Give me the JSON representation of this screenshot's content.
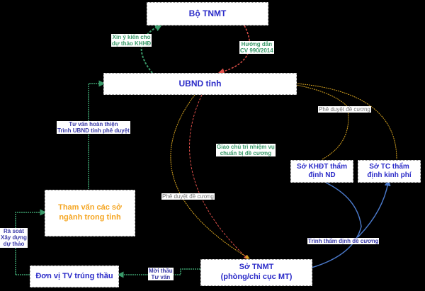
{
  "nodes": {
    "bo_tnmt": "Bộ TNMT",
    "ubnd": "UBND tỉnh",
    "tham_van": [
      "Tham vấn các sở",
      "ngành trong tỉnh"
    ],
    "don_vi_tv": "Đơn vị TV trúng thầu",
    "so_tnmt": [
      "Sở TNMT",
      "(phòng/chi cục MT)"
    ],
    "so_khdt": [
      "Sở KHĐT thẩm",
      "định ND"
    ],
    "so_tc": [
      "Sở TC thẩm",
      "định kinh phí"
    ]
  },
  "edges": {
    "xin_y_kien": [
      "Xin ý kiến cho",
      "dự thảo KHHĐ"
    ],
    "huong_dan": [
      "Hướng dẫn",
      "CV 990/2014"
    ],
    "tu_van": [
      "Tư vấn hoàn thiện",
      "Trình UBND tỉnh phê duyệt"
    ],
    "phe_duyet_1": "Phê duyệt đề cương",
    "giao_chu_tri": [
      "Giao chủ trì nhiệm vụ",
      "chuẩn bị đề cương"
    ],
    "phe_duyet_2": "Phê duyệt đề cương",
    "ra_soat": [
      "Rà soát",
      "Xây dựng",
      "dự thảo"
    ],
    "moi_thau": [
      "Mời thầu",
      "Tư vấn"
    ],
    "trinh_tham_dinh": "Trình thẩm định đề cương"
  },
  "colors": {
    "green": "#3a9a6a",
    "red": "#e0504a",
    "yellow": "#d9a520",
    "blue": "#4a78c8"
  }
}
